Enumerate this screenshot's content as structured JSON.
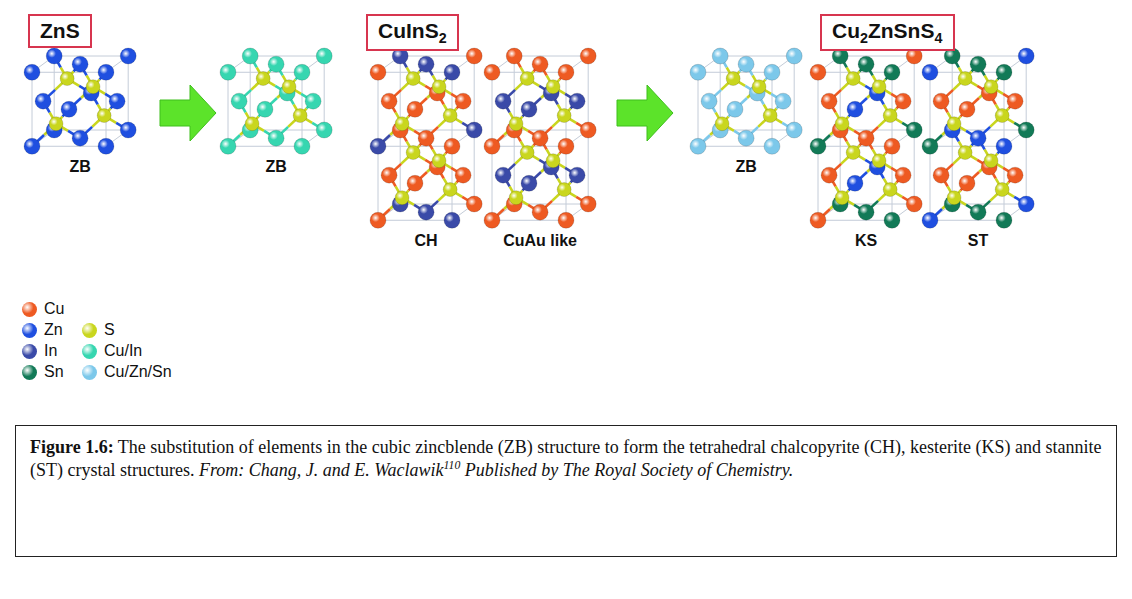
{
  "diagram": {
    "caption": "Figure 1.6: The substitution of elements in the cubic zincblende (ZB) structure to form the tetrahedral chalcopyrite (CH), kesterite (KS) and stannite (ST) crystal structures. From: Chang, J. and E. Waclawik110 Published by The Royal Society of Chemistry.",
    "nodes": [
      {
        "text": [
          "ZnS"
        ]
      },
      {
        "text": [
          "CuInS2"
        ]
      },
      {
        "text": [
          "Cu2ZnSnS4"
        ]
      }
    ],
    "labels": [
      "ZB",
      "ZB",
      "CH",
      "CuAu like",
      "ZB",
      "KS",
      "ST"
    ],
    "legend": [
      {
        "text": "Cu",
        "color": "#ee5a22"
      },
      {
        "text": "Zn",
        "color": "#1f4fe0"
      },
      {
        "text": "In",
        "color": "#3a4aa8"
      },
      {
        "text": "Sn",
        "color": "#127a57"
      },
      {
        "text": "S",
        "color": "#c9d61e"
      },
      {
        "text": "Cu/In",
        "color": "#36d6b0"
      },
      {
        "text": "Cu/Zn/Sn",
        "color": "#7cc8ea"
      }
    ]
  }
}
